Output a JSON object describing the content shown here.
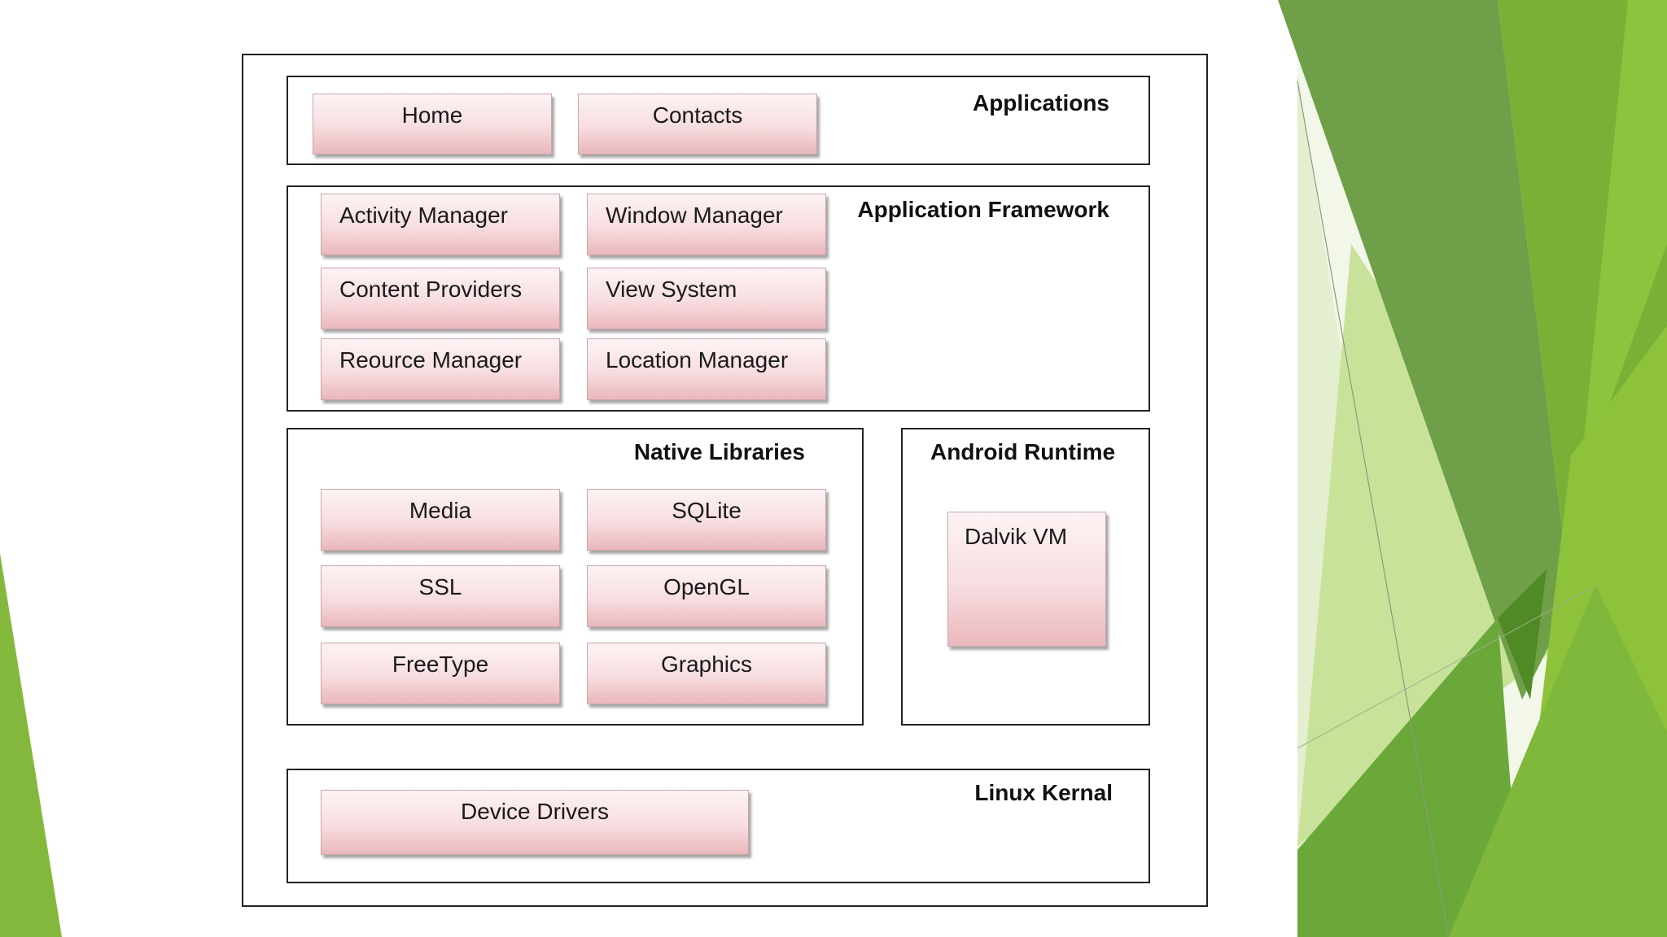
{
  "diagram": {
    "layers": [
      {
        "id": "applications",
        "title": "Applications",
        "components": [
          "Home",
          "Contacts"
        ]
      },
      {
        "id": "application-framework",
        "title": "Application Framework",
        "components": [
          "Activity Manager",
          "Window Manager",
          "Content Providers",
          "View System",
          "Reource Manager",
          "Location Manager"
        ]
      },
      {
        "id": "native-libraries",
        "title": "Native Libraries",
        "components": [
          "Media",
          "SQLite",
          "SSL",
          "OpenGL",
          "FreeType",
          "Graphics"
        ]
      },
      {
        "id": "android-runtime",
        "title": "Android Runtime",
        "components": [
          "Dalvik VM"
        ]
      },
      {
        "id": "linux-kernal",
        "title": "Linux Kernal",
        "components": [
          "Device Drivers"
        ]
      }
    ]
  },
  "theme": {
    "box_top": "#fdf3f4",
    "box_bottom": "#eab7bc",
    "green_light": "#c9e29a",
    "green_mid": "#7bb13a",
    "green_dark": "#5b8f2a"
  }
}
